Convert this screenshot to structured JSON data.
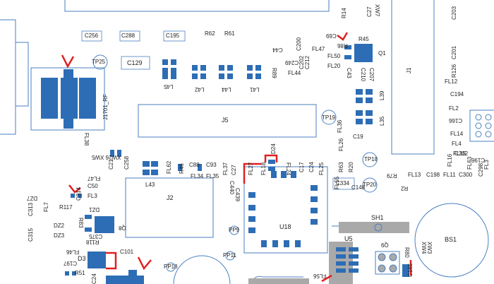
{
  "board": {
    "colors": {
      "background": "#ffffff",
      "outline": "#4a7fc1",
      "pad": "#2d6db5",
      "pad_gray": "#a9a9a9",
      "marker": "#e02020",
      "text": "#222222"
    },
    "labels": {
      "C256": "C256",
      "C288": "C288",
      "C195": "C195",
      "R62": "R62",
      "R61": "R61",
      "TP25": "TP25",
      "C129": "C129",
      "J1701_RF": "J1701_RF",
      "L45": "L45",
      "L42": "L42",
      "L44": "L44",
      "L41": "L41",
      "R89": "R89",
      "C44": "C44",
      "C200": "C200",
      "C249": "C249",
      "C202": "C202",
      "C212": "C212",
      "FL44": "FL44",
      "FL47": "FL47",
      "FL50": "FL50",
      "FL20": "FL20",
      "C69": "C69",
      "R14": "R14",
      "XW7": "XW7",
      "C27": "C27",
      "R45": "R45",
      "R86": "R86",
      "Q1": "Q1",
      "C43": "C43",
      "C207": "C207",
      "C210": "C210",
      "J1": "J1",
      "L39": "L39",
      "J5": "J5",
      "TP19": "TP19",
      "L35": "L35",
      "C19": "C19",
      "FL36": "FL36",
      "FL26": "FL26",
      "FL38": "FL38",
      "XW26_XW5": "XW26 XW5",
      "C21": "C21",
      "C258": "C258",
      "FL47b": "FL47",
      "FL62": "FL62",
      "R46": "R46",
      "C88": "C88",
      "C93": "C93",
      "FL34": "FL34",
      "FL35": "FL35",
      "FL37": "FL37",
      "D24": "D24",
      "C27b": "C27",
      "FL27": "FL27",
      "FL18": "FL18",
      "FL24": "FL24",
      "C17": "C17",
      "C24": "C24",
      "FL25": "FL25",
      "R63": "R63",
      "R20": "R20",
      "TP18": "TP18",
      "C334": "C334",
      "TP20": "TP20",
      "L43": "L43",
      "C314": "C314",
      "C50": "C50",
      "FL3": "FL3",
      "R117": "R117",
      "DZ1": "DZ1",
      "R83": "R83",
      "Q8": "Q8",
      "DZ7": "DZ7",
      "FL7": "FL7",
      "C313": "C313",
      "DZ2": "DZ2",
      "C315": "C315",
      "DZ3": "DZ3",
      "C375": "C375",
      "R118": "R118",
      "FL46": "FL46",
      "C197": "C197",
      "D3": "D3",
      "C101": "C101",
      "R51": "R51",
      "C24b": "C24",
      "J2": "J2",
      "C440": "C440",
      "C439": "C439",
      "U18": "U18",
      "PP9": "PP9",
      "PP11": "PP11",
      "PP18": "PP18",
      "FL55": "FL55",
      "C148": "C148",
      "R79": "R79",
      "R2": "R2",
      "FL13": "FL13",
      "C198": "C198",
      "FL11": "FL11",
      "C300": "C300",
      "C298": "C298",
      "SH1": "SH1",
      "U5": "U5",
      "Q9": "Q9",
      "R80": "R80",
      "C165": "C165",
      "FL56": "FL56",
      "XW4": "XW4",
      "XW3": "XW3",
      "BS1": "BS1",
      "C203": "C203",
      "C201": "C201",
      "R126": "R126",
      "FL12": "FL12",
      "C194": "C194",
      "FL2": "FL2",
      "C166": "C166",
      "FL14": "FL14",
      "FL4": "FL4",
      "FL15": "FL15",
      "C202b": "C202",
      "FL16": "FL16",
      "C196": "C196",
      "FL63": "FL63",
      "FL3b": "FL3"
    }
  }
}
